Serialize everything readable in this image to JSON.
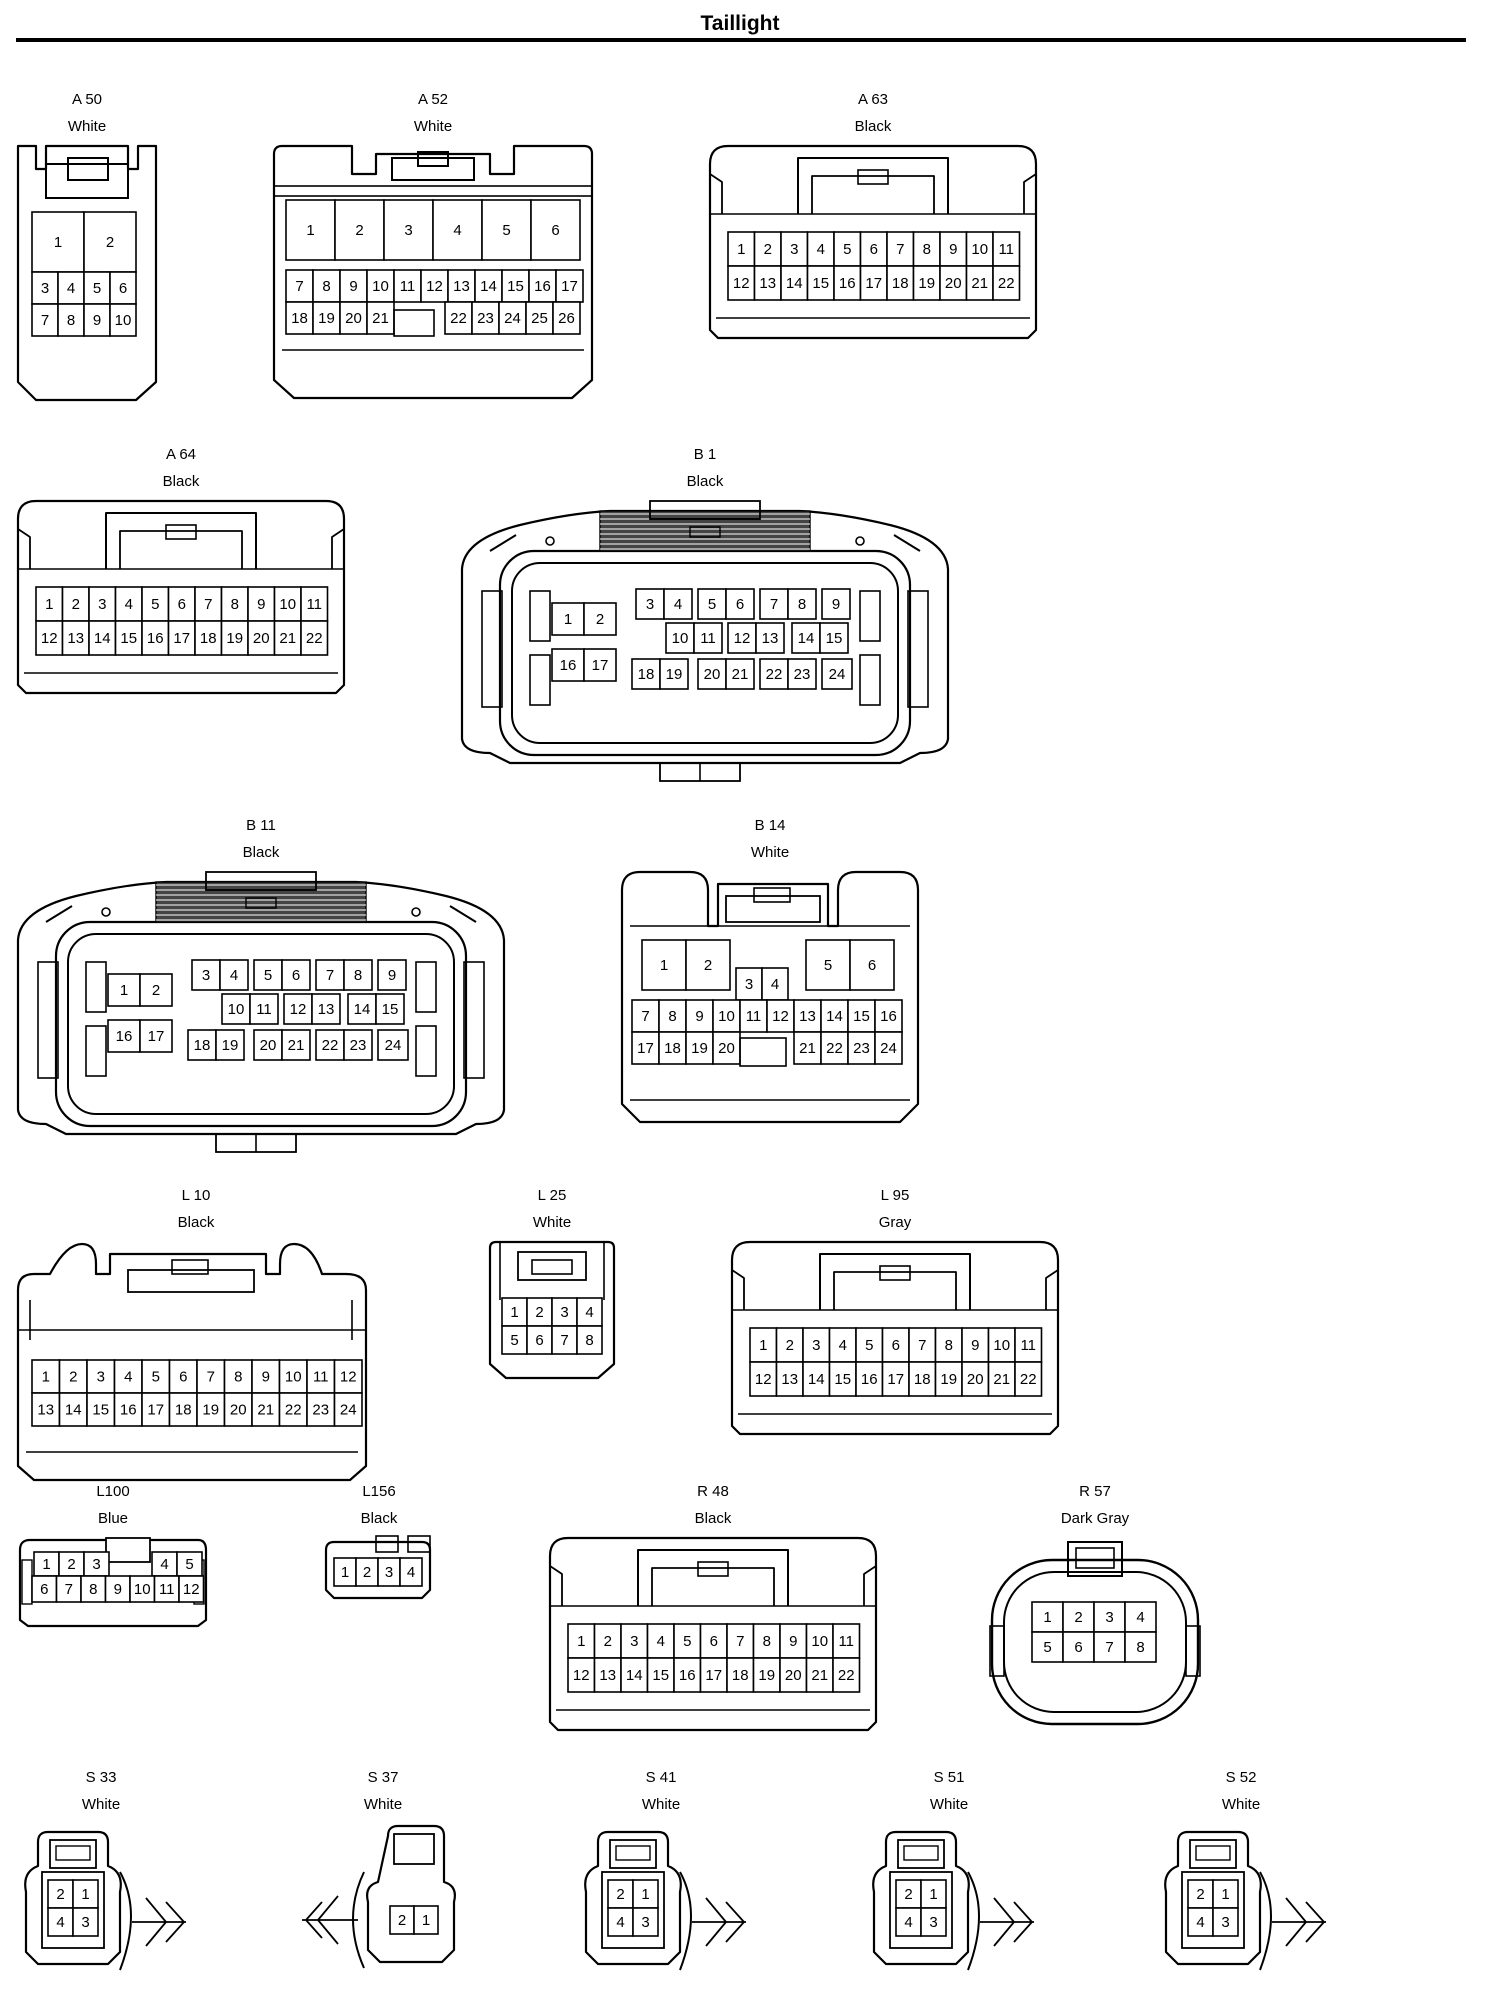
{
  "title": "Taillight",
  "connectors": [
    {
      "id": "a50",
      "code": "A 50",
      "color": "White",
      "style": "twoBig",
      "pins": [
        "1",
        "2",
        "3",
        "4",
        "5",
        "6",
        "7",
        "8",
        "9",
        "10"
      ]
    },
    {
      "id": "a52",
      "code": "A 52",
      "color": "White",
      "style": "a52",
      "pins": [
        "1",
        "2",
        "3",
        "4",
        "5",
        "6",
        "7",
        "8",
        "9",
        "10",
        "11",
        "12",
        "13",
        "14",
        "15",
        "16",
        "17",
        "18",
        "19",
        "20",
        "21",
        "22",
        "23",
        "24",
        "25",
        "26"
      ]
    },
    {
      "id": "a63",
      "code": "A 63",
      "color": "Black",
      "style": "rows",
      "pins": [
        "1",
        "2",
        "3",
        "4",
        "5",
        "6",
        "7",
        "8",
        "9",
        "10",
        "11",
        "12",
        "13",
        "14",
        "15",
        "16",
        "17",
        "18",
        "19",
        "20",
        "21",
        "22"
      ]
    },
    {
      "id": "a64",
      "code": "A 64",
      "color": "Black",
      "style": "rows",
      "pins": [
        "1",
        "2",
        "3",
        "4",
        "5",
        "6",
        "7",
        "8",
        "9",
        "10",
        "11",
        "12",
        "13",
        "14",
        "15",
        "16",
        "17",
        "18",
        "19",
        "20",
        "21",
        "22"
      ]
    },
    {
      "id": "b1",
      "code": "B 1",
      "color": "Black",
      "style": "grouped",
      "pins": [
        "1",
        "2",
        "3",
        "4",
        "5",
        "6",
        "7",
        "8",
        "9",
        "10",
        "11",
        "12",
        "13",
        "14",
        "15",
        "16",
        "17",
        "18",
        "19",
        "20",
        "21",
        "22",
        "23",
        "24"
      ]
    },
    {
      "id": "b11",
      "code": "B 11",
      "color": "Black",
      "style": "grouped",
      "pins": [
        "1",
        "2",
        "3",
        "4",
        "5",
        "6",
        "7",
        "8",
        "9",
        "10",
        "11",
        "12",
        "13",
        "14",
        "15",
        "16",
        "17",
        "18",
        "19",
        "20",
        "21",
        "22",
        "23",
        "24"
      ]
    },
    {
      "id": "b14",
      "code": "B 14",
      "color": "White",
      "style": "b14",
      "pins": [
        "1",
        "2",
        "3",
        "4",
        "5",
        "6",
        "7",
        "8",
        "9",
        "10",
        "11",
        "12",
        "13",
        "14",
        "15",
        "16",
        "17",
        "18",
        "19",
        "20",
        "21",
        "22",
        "23",
        "24"
      ]
    },
    {
      "id": "l10",
      "code": "L 10",
      "color": "Black",
      "style": "rowsTabs",
      "pins": [
        "1",
        "2",
        "3",
        "4",
        "5",
        "6",
        "7",
        "8",
        "9",
        "10",
        "11",
        "12",
        "13",
        "14",
        "15",
        "16",
        "17",
        "18",
        "19",
        "20",
        "21",
        "22",
        "23",
        "24"
      ]
    },
    {
      "id": "l25",
      "code": "L 25",
      "color": "White",
      "style": "smallGrid",
      "pins": [
        "1",
        "2",
        "3",
        "4",
        "5",
        "6",
        "7",
        "8"
      ]
    },
    {
      "id": "l95",
      "code": "L 95",
      "color": "Gray",
      "style": "rows",
      "pins": [
        "1",
        "2",
        "3",
        "4",
        "5",
        "6",
        "7",
        "8",
        "9",
        "10",
        "11",
        "12",
        "13",
        "14",
        "15",
        "16",
        "17",
        "18",
        "19",
        "20",
        "21",
        "22"
      ]
    },
    {
      "id": "l100",
      "code": "L100",
      "color": "Blue",
      "style": "l100",
      "pins": [
        "1",
        "2",
        "3",
        "4",
        "5",
        "6",
        "7",
        "8",
        "9",
        "10",
        "11",
        "12"
      ]
    },
    {
      "id": "l156",
      "code": "L156",
      "color": "Black",
      "style": "l156",
      "pins": [
        "1",
        "2",
        "3",
        "4"
      ]
    },
    {
      "id": "r48",
      "code": "R 48",
      "color": "Black",
      "style": "rows",
      "pins": [
        "1",
        "2",
        "3",
        "4",
        "5",
        "6",
        "7",
        "8",
        "9",
        "10",
        "11",
        "12",
        "13",
        "14",
        "15",
        "16",
        "17",
        "18",
        "19",
        "20",
        "21",
        "22"
      ]
    },
    {
      "id": "r57",
      "code": "R 57",
      "color": "Dark Gray",
      "style": "round",
      "pins": [
        "1",
        "2",
        "3",
        "4",
        "5",
        "6",
        "7",
        "8"
      ]
    },
    {
      "id": "s33",
      "code": "S 33",
      "color": "White",
      "style": "clip4",
      "pins": [
        "2",
        "1",
        "4",
        "3"
      ]
    },
    {
      "id": "s37",
      "code": "S 37",
      "color": "White",
      "style": "clip2",
      "pins": [
        "2",
        "1"
      ]
    },
    {
      "id": "s41",
      "code": "S 41",
      "color": "White",
      "style": "clip4",
      "pins": [
        "2",
        "1",
        "4",
        "3"
      ]
    },
    {
      "id": "s51",
      "code": "S 51",
      "color": "White",
      "style": "clip4",
      "pins": [
        "2",
        "1",
        "4",
        "3"
      ]
    },
    {
      "id": "s52",
      "code": "S 52",
      "color": "White",
      "style": "clip4",
      "pins": [
        "2",
        "1",
        "4",
        "3"
      ]
    }
  ]
}
